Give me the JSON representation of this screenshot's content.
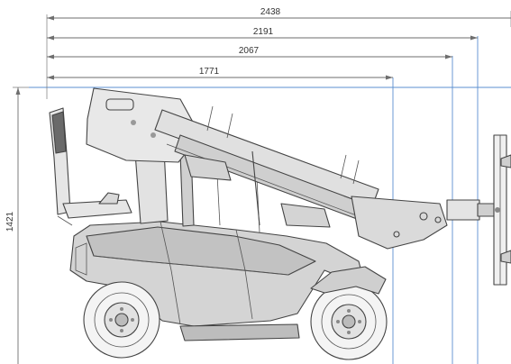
{
  "dimensions": {
    "overall_length": "2438",
    "length_b": "2191",
    "length_c": "2067",
    "length_d": "1771",
    "height": "1421"
  },
  "colors": {
    "body_shade": "#c9c9c9",
    "arm_shade": "#d8d8d8",
    "reference_lines": "#5b8fd0",
    "dimension_lines": "#6e6e6e"
  }
}
